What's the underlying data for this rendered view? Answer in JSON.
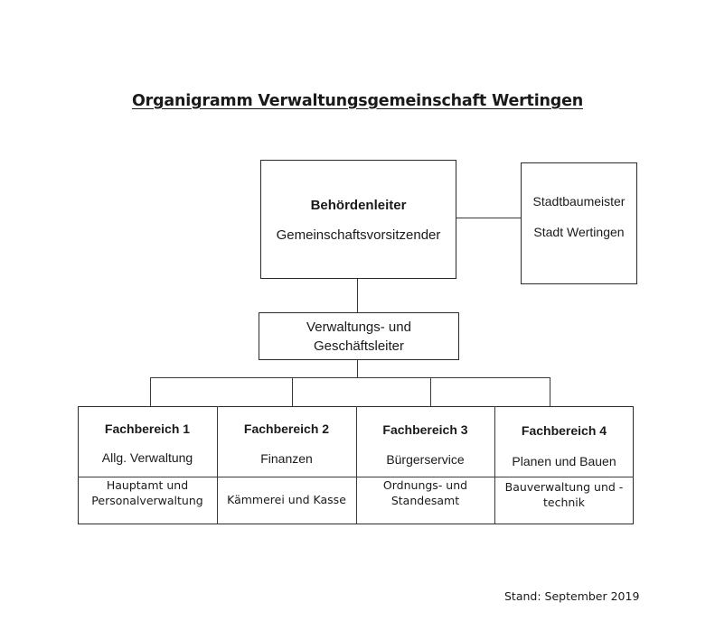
{
  "title": "Organigramm Verwaltungsgemeinschaft Wertingen",
  "leader": {
    "title": "Behördenleiter",
    "subtitle": "Gemeinschaftsvorsitzender"
  },
  "side_box": {
    "line1": "Stadtbaumeister",
    "line2": "Stadt Wertingen"
  },
  "management": {
    "line1": "Verwaltungs- und",
    "line2": "Geschäftsleiter"
  },
  "departments": [
    {
      "head": "Fachbereich 1",
      "name": "Allg. Verwaltung",
      "units_line1": "Hauptamt und",
      "units_line2": "Personalverwaltung"
    },
    {
      "head": "Fachbereich 2",
      "name": "Finanzen",
      "units_line1": "Kämmerei und Kasse",
      "units_line2": ""
    },
    {
      "head": "Fachbereich 3",
      "name": "Bürgerservice",
      "units_line1": "Ordnungs- und",
      "units_line2": "Standesamt"
    },
    {
      "head": "Fachbereich 4",
      "name": "Planen und Bauen",
      "units_line1": "Bauverwaltung und -",
      "units_line2": "technik"
    }
  ],
  "footer": "Stand: September 2019"
}
